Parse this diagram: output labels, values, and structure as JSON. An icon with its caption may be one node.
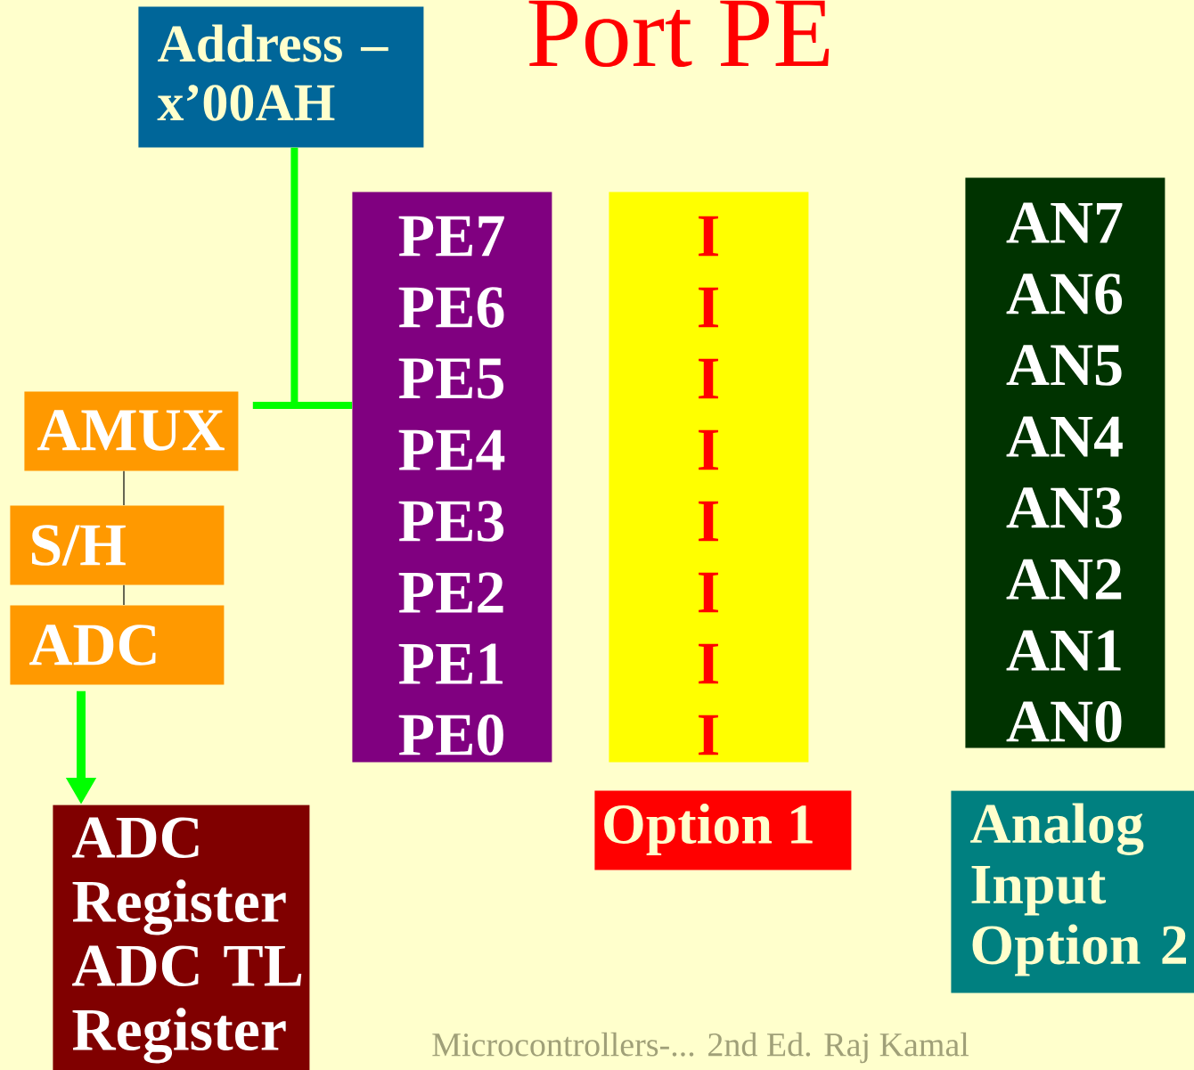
{
  "diagram": {
    "title": "Port PE",
    "nodes": [
      {
        "text": [
          "Address – x’00AH"
        ]
      },
      {
        "text": [
          "PE7",
          "PE6",
          "PE5",
          "PE4",
          "PE3",
          "PE2",
          "PE1",
          "PE0"
        ]
      },
      {
        "text": [
          "I",
          "I",
          "I",
          "I",
          "I",
          "I",
          "I",
          "I"
        ]
      },
      {
        "text": [
          "AN7",
          "AN6",
          "AN5",
          "AN4",
          "AN3",
          "AN2",
          "AN1",
          "AN0"
        ]
      },
      {
        "text": [
          "AMUX"
        ]
      },
      {
        "text": [
          "S/H"
        ]
      },
      {
        "text": [
          "ADC"
        ]
      },
      {
        "text": [
          "ADC Register",
          "ADC TL Register"
        ]
      },
      {
        "text": [
          "Option 1"
        ]
      },
      {
        "text": [
          "Analog Input Option 2"
        ]
      }
    ],
    "edges": [
      {
        "from": 0,
        "to": 1,
        "arrow": "none"
      },
      {
        "from": 4,
        "to": 1,
        "arrow": "none"
      },
      {
        "from": 4,
        "to": 5,
        "arrow": "none",
        "color": "#000000"
      },
      {
        "from": 5,
        "to": 6,
        "arrow": "none",
        "color": "#000000"
      },
      {
        "from": 6,
        "to": 7,
        "arrow": "to"
      }
    ],
    "labels": [
      "Microcontrollers-... 2nd Ed. Raj Kamal"
    ]
  }
}
